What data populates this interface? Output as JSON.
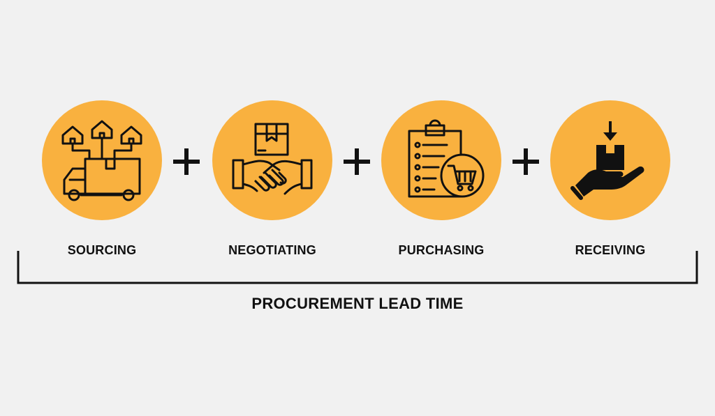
{
  "colors": {
    "background": "#f1f1f1",
    "circle_fill": "#f9b13f",
    "ink": "#111111"
  },
  "steps": [
    {
      "label": "SOURCING",
      "icon": "delivery-truck-houses-icon"
    },
    {
      "label": "NEGOTIATING",
      "icon": "handshake-box-icon"
    },
    {
      "label": "PURCHASING",
      "icon": "clipboard-cart-icon"
    },
    {
      "label": "RECEIVING",
      "icon": "hand-receiving-box-icon"
    }
  ],
  "operator": "+",
  "caption": "PROCUREMENT LEAD TIME"
}
